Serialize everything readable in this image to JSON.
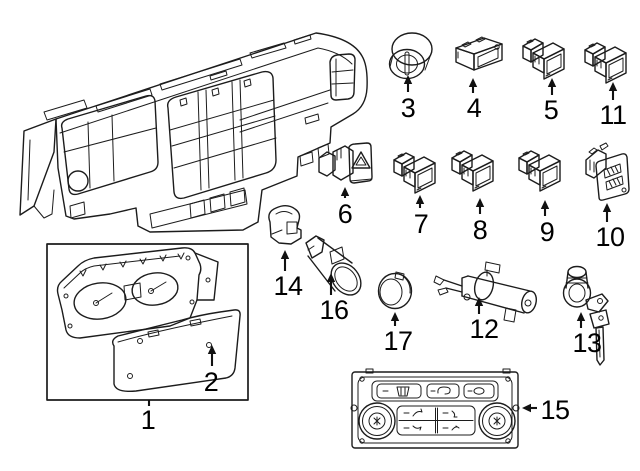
{
  "colors": {
    "background": "#ffffff",
    "line": "#1c1c1c",
    "text": "#000000"
  },
  "callouts": {
    "c1": "1",
    "c2": "2",
    "c3": "3",
    "c4": "4",
    "c5": "5",
    "c6": "6",
    "c7": "7",
    "c8": "8",
    "c9": "9",
    "c10": "10",
    "c11": "11",
    "c12": "12",
    "c13": "13",
    "c14": "14",
    "c15": "15",
    "c16": "16",
    "c17": "17"
  },
  "parts": [
    {
      "callout": "1",
      "drawing": "instrument-cluster-assembly"
    },
    {
      "callout": "2",
      "drawing": "cluster-lens"
    },
    {
      "callout": "3",
      "drawing": "control-knob"
    },
    {
      "callout": "4",
      "drawing": "panel-switch"
    },
    {
      "callout": "5",
      "drawing": "panel-switch"
    },
    {
      "callout": "6",
      "drawing": "hazard-switch"
    },
    {
      "callout": "7",
      "drawing": "panel-switch"
    },
    {
      "callout": "8",
      "drawing": "panel-switch"
    },
    {
      "callout": "9",
      "drawing": "panel-switch"
    },
    {
      "callout": "10",
      "drawing": "multi-button-switch"
    },
    {
      "callout": "11",
      "drawing": "panel-switch"
    },
    {
      "callout": "12",
      "drawing": "ignition-lock-housing"
    },
    {
      "callout": "13",
      "drawing": "lock-cylinder-with-key"
    },
    {
      "callout": "14",
      "drawing": "cover-cap"
    },
    {
      "callout": "15",
      "drawing": "climate-control-unit"
    },
    {
      "callout": "16",
      "drawing": "power-outlet-socket"
    },
    {
      "callout": "17",
      "drawing": "round-switch"
    }
  ]
}
